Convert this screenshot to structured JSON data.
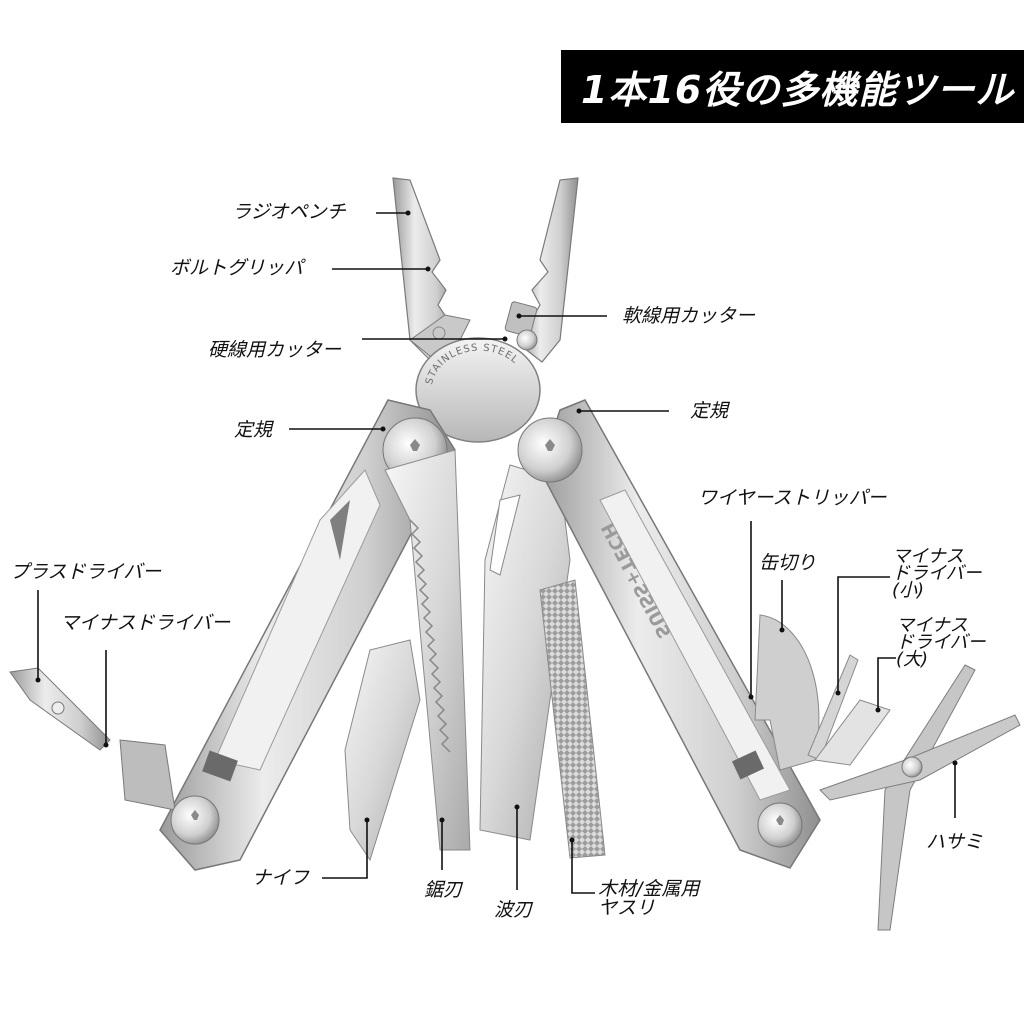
{
  "title": "1本16役の多機能ツール",
  "engravings": {
    "pivot_plate": "STAINLESS STEEL",
    "handle_brand": "SUISS+TECH"
  },
  "colors": {
    "banner_bg": "#000000",
    "banner_text": "#ffffff",
    "steel_light": "#e9e9e9",
    "steel_mid": "#c4c4c4",
    "steel_dark": "#8e8e8e",
    "leader_line": "#111111"
  },
  "labels": {
    "needle_nose_pliers": "ラジオペンチ",
    "bolt_gripper": "ボルトグリッパ",
    "hard_wire_cutter": "硬線用カッター",
    "soft_wire_cutter": "軟線用カッター",
    "ruler_left": "定規",
    "ruler_right": "定規",
    "wire_stripper": "ワイヤーストリッパー",
    "can_opener": "缶切り",
    "flat_driver_small": "マイナス\nドライバー\n(小)",
    "flat_driver_large": "マイナス\nドライバー\n(大)",
    "phillips_driver": "プラスドライバー",
    "flat_driver": "マイナスドライバー",
    "scissors": "ハサミ",
    "knife": "ナイフ",
    "saw": "鋸刃",
    "serrated_blade": "波刃",
    "file": "木材/金属用\nヤスリ"
  }
}
